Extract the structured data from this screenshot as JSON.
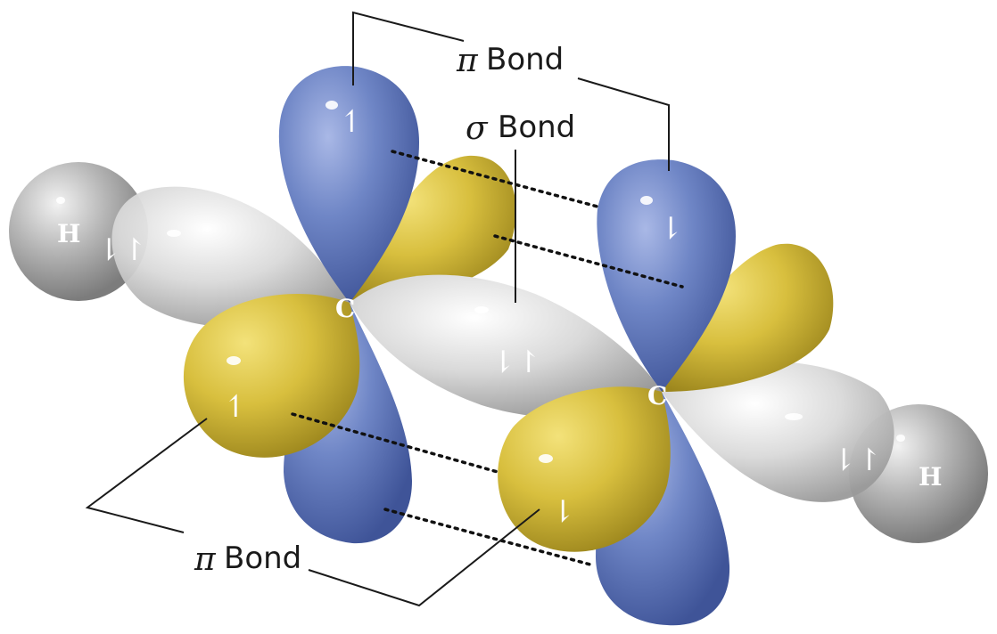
{
  "labels": {
    "pi_symbol": "π",
    "sigma_symbol": "σ",
    "bond_word": "Bond"
  },
  "atoms": {
    "carbon": "C",
    "hydrogen": "H"
  },
  "spins": {
    "up": "↿",
    "down": "⇂",
    "pair": "⇂↾",
    "pair_h": "⇂↾"
  },
  "colors": {
    "p_orbital_blue": "#6f86c6",
    "p_orbital_yellow": "#d8bf3e",
    "sigma_gray": "#d9d9d9",
    "hydrogen_gray": "#b5b5b5"
  }
}
